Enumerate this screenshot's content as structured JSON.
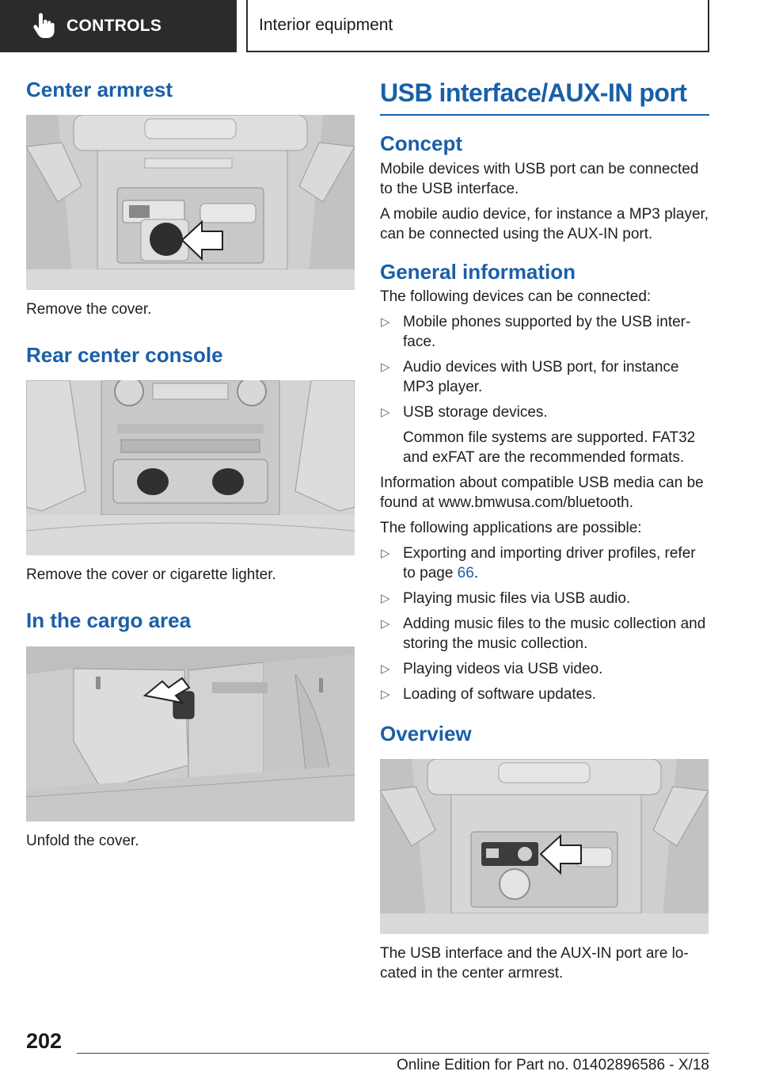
{
  "header": {
    "section": "CONTROLS",
    "chapter": "Interior equipment",
    "icon": "hand-pointer-icon"
  },
  "left": {
    "h_center_armrest": "Center armrest",
    "cap_center_armrest": "Remove the cover.",
    "h_rear_console": "Rear center console",
    "cap_rear_console": "Remove the cover or cigarette lighter.",
    "h_cargo": "In the cargo area",
    "cap_cargo": "Unfold the cover."
  },
  "right": {
    "title": "USB interface/AUX-IN port",
    "h_concept": "Concept",
    "p_concept_1": "Mobile devices with USB port can be connected to the USB interface.",
    "p_concept_2": "A mobile audio device, for instance a MP3 player, can be connected using the AUX-IN port.",
    "h_general": "General information",
    "p_devices_intro": "The following devices can be connected:",
    "devices": [
      "Mobile phones supported by the USB inter‐face.",
      "Audio devices with USB port, for instance MP3 player.",
      "USB storage devices."
    ],
    "storage_note": "Common file systems are supported. FAT32 and exFAT are the recommended formats.",
    "p_compat": "Information about compatible USB media can be found at www.bmwusa.com/bluetooth.",
    "p_apps_intro": "The following applications are possible:",
    "app_export_pre": "Exporting and importing driver profiles, refer to page ",
    "app_export_page": "66",
    "app_export_post": ".",
    "apps": [
      "Playing music files via USB audio.",
      "Adding music files to the music collection and storing the music collection.",
      "Playing videos via USB video.",
      "Loading of software updates."
    ],
    "h_overview": "Overview",
    "cap_overview": "The USB interface and the AUX-IN port are lo‐cated in the center armrest."
  },
  "footer": {
    "page": "202",
    "edition": "Online Edition for Part no. 01402896586 - X/18"
  },
  "colors": {
    "accent": "#1a5fa8",
    "header_dark": "#2b2b2b"
  }
}
